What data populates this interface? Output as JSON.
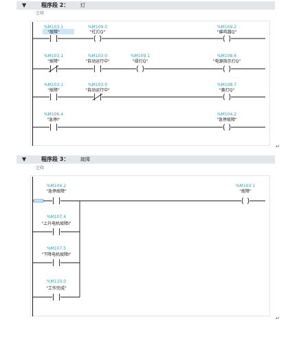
{
  "segments": [
    {
      "title": "程序段 2：",
      "name": "灯",
      "comment": "注释",
      "rungs": [
        {
          "elements": [
            {
              "kind": "contact-no",
              "addr": "%M103.1",
              "tag": "\"故障\"",
              "selected": true
            },
            {
              "kind": "coil",
              "addr": "%M109.0",
              "tag": "\"红灯Q\""
            },
            {
              "kind": "coil",
              "addr": "%M109.2",
              "tag": "\"蜂鸣器Q\""
            }
          ]
        },
        {
          "elements": [
            {
              "kind": "contact-nc",
              "addr": "%M103.1",
              "tag": "\"故障\""
            },
            {
              "kind": "contact-no",
              "addr": "%M103.0",
              "tag": "\"自动运行中\""
            },
            {
              "kind": "coil",
              "addr": "%M109.1",
              "tag": "\"绿灯Q\""
            },
            {
              "kind": "coil",
              "addr": "%M108.6",
              "tag": "\"电源指示灯Q\""
            }
          ]
        },
        {
          "elements": [
            {
              "kind": "contact-no",
              "addr": "%M103.1",
              "tag": "\"故障\""
            },
            {
              "kind": "contact-nc",
              "addr": "%M103.0",
              "tag": "\"自动运行中\""
            },
            {
              "kind": "coil",
              "addr": "%M108.7",
              "tag": "\"黄灯Q\""
            }
          ]
        },
        {
          "elements": [
            {
              "kind": "contact-no",
              "addr": "%M106.4",
              "tag": "\"急停I\""
            },
            {
              "kind": "coil",
              "addr": "%M104.2",
              "tag": "\"急停故障\""
            }
          ]
        }
      ]
    },
    {
      "title": "程序段 3：",
      "name": "故障",
      "comment": "注释",
      "contacts": [
        {
          "addr": "%M104.2",
          "tag": "\"急停故障\""
        },
        {
          "addr": "%M107.4",
          "tag": "\"上升电机故障I\""
        },
        {
          "addr": "%M107.5",
          "tag": "\"下降电机故障I\""
        },
        {
          "addr": "%M110.0",
          "tag": "\"工作完成\""
        }
      ],
      "coil": {
        "addr": "%M103.1",
        "tag": "\"故障\""
      }
    }
  ],
  "paragraph_mark": "↵",
  "colors": {
    "address": "#27a0b5",
    "header_bg": "#e4e7ea",
    "selection": "#cfe6f7",
    "line": "#1a1a1a"
  }
}
